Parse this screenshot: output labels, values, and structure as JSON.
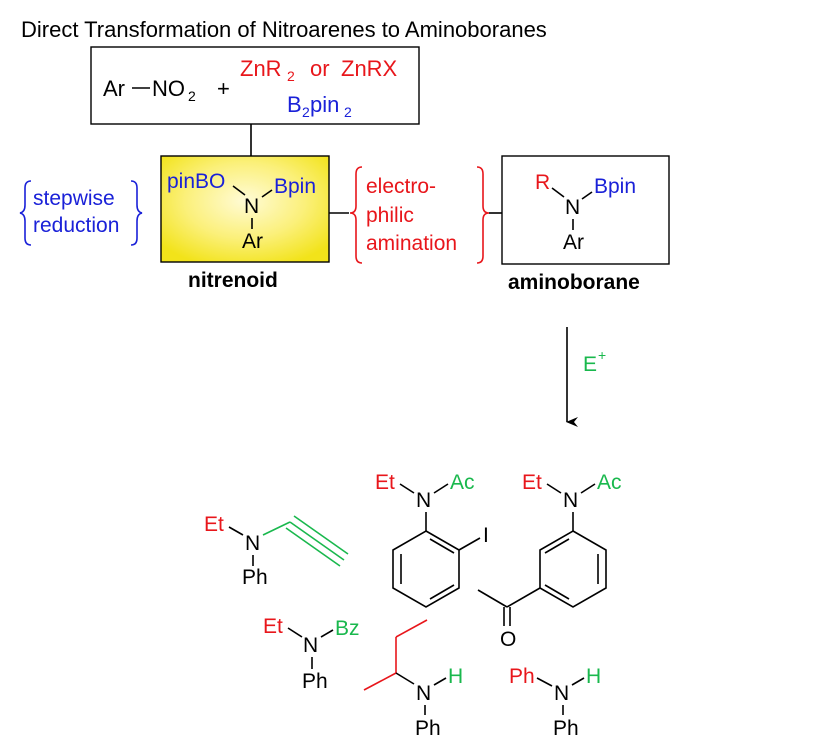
{
  "title": "Direct Transformation of Nitroarenes to Aminoboranes",
  "colors": {
    "black": "#000000",
    "red": "#e8161b",
    "blue": "#1a21d8",
    "green": "#19b84d",
    "nitrenoid_fill_light": "#fffbd6",
    "nitrenoid_fill_dark": "#f2e31a"
  },
  "reactants": {
    "ar": "Ar",
    "no": "NO",
    "no_sub": "2",
    "plus": "+",
    "zn_a": "ZnR",
    "zn_a_sub": "2",
    "or": "or",
    "zn_b": "ZnRX",
    "b": "B",
    "b_sub": "2",
    "pin": "pin",
    "pin_sub": "2"
  },
  "nitrenoid": {
    "pinbo": "pinBO",
    "n": "N",
    "bpin": "Bpin",
    "ar": "Ar",
    "label": "nitrenoid"
  },
  "stepwise": {
    "line1": "stepwise",
    "line2": "reduction"
  },
  "electrophilic": {
    "line1": "electro-",
    "line2": "philic",
    "line3": "amination"
  },
  "aminoborane": {
    "r": "R",
    "n": "N",
    "bpin": "Bpin",
    "ar": "Ar",
    "label": "aminoborane"
  },
  "electrophile": {
    "e": "E",
    "charge": "+"
  },
  "products": {
    "propargyl": {
      "et": "Et",
      "n": "N",
      "ph": "Ph"
    },
    "iodo": {
      "et": "Et",
      "n": "N",
      "ac": "Ac",
      "i": "I"
    },
    "acetyl": {
      "et": "Et",
      "n": "N",
      "ac": "Ac",
      "o": "O"
    },
    "benzoyl": {
      "et": "Et",
      "n": "N",
      "bz": "Bz",
      "ph": "Ph"
    },
    "secbutyl": {
      "n": "N",
      "h": "H",
      "ph": "Ph"
    },
    "diphenyl": {
      "ph_top": "Ph",
      "n": "N",
      "h": "H",
      "ph_bottom": "Ph"
    }
  }
}
